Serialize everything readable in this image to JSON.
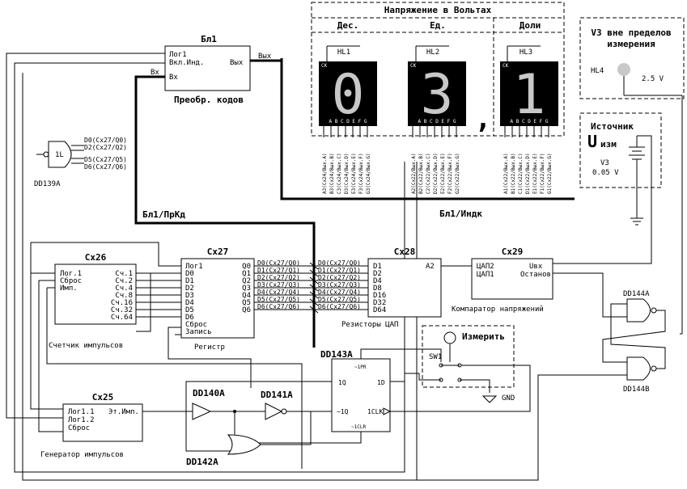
{
  "display": {
    "title": "Напряжение в Вольтах",
    "col_tens": "Дес.",
    "col_units": "Ед.",
    "col_frac": "Доли",
    "hl1": "HL1",
    "hl2": "HL2",
    "hl3": "HL3",
    "ck": "CK",
    "seg_letters": "A B C D E F G",
    "digit1": "0",
    "digit2": "3",
    "digit3": "1",
    "comma": ",",
    "pins_hl1": [
      "A3(Cx24/Вых.A)",
      "B3(Cx24/Вых.B)",
      "C3(Cx24/Вых.C)",
      "D3(Cx24/Вых.D)",
      "E3(Cx24/Вых.E)",
      "F3(Cx24/Вых.F)",
      "G3(Cx24/Вых.G)"
    ],
    "pins_hl2": [
      "A2(Cx22/Вых.A)",
      "B2(Cx22/Вых.B)",
      "C2(Cx22/Вых.C)",
      "D2(Cx22/Вых.D)",
      "E2(Cx22/Вых.E)",
      "F2(Cx22/Вых.F)",
      "G2(Cx22/Вых.G)"
    ],
    "pins_hl3": [
      "A1(Cx22/Вых.A)",
      "B1(Cx22/Вых.B)",
      "C1(Cx22/Вых.C)",
      "D1(Cx22/Вых.D)",
      "E1(Cx22/Вых.E)",
      "F1(Cx22/Вых.F)",
      "G1(Cx22/Вых.G)"
    ]
  },
  "overrange": {
    "title1": "V3 вне пределов",
    "title2": "измерения",
    "hl4": "HL4",
    "value": "2.5 V",
    "lamp_color": "#c8c8c8"
  },
  "source": {
    "title": "Источник",
    "u": "U",
    "u_sub": "изм",
    "v3": "V3",
    "value": "0.05 V"
  },
  "bl1": {
    "title": "Бл1",
    "in1": "Лог1",
    "in2": "Вкл.Инд.",
    "in3": "Вх",
    "out": "Вых",
    "caption": "Преобр. кодов",
    "ext_in": "Вх",
    "ext_out": "Вых"
  },
  "buses": {
    "prkd": "Бл1/ПрКд",
    "indk": "Бл1/Индк"
  },
  "dd139": {
    "label": "DD139A",
    "gate": "1L",
    "inputs": [
      "D0(Cx27/Q0)",
      "D2(Cx27/Q2)",
      "D5(Cx27/Q5)",
      "D6(Cx27/Q6)"
    ]
  },
  "cx26": {
    "title": "Cx26",
    "left": [
      "Лог.1",
      "Сброс",
      "Имп."
    ],
    "right": [
      "Сч.1",
      "Сч.2",
      "Сч.4",
      "Сч.8",
      "Сч.16",
      "Сч.32",
      "Сч.64"
    ],
    "caption": "Счетчик импульсов"
  },
  "cx27": {
    "title": "Cx27",
    "left": [
      "Лог1",
      "D0",
      "D1",
      "D2",
      "D3",
      "D4",
      "D5",
      "D6",
      "Сброс",
      "Запись"
    ],
    "right": [
      "Q0",
      "Q1",
      "Q2",
      "Q3",
      "Q4",
      "Q5",
      "Q6"
    ],
    "caption": "Регистр"
  },
  "wires_q": [
    "D0(Cx27/Q0)",
    "D1(Cx27/Q1)",
    "D2(Cx27/Q2)",
    "D3(Cx27/Q3)",
    "D4(Cx27/Q4)",
    "D5(Cx27/Q5)",
    "D6(Cx27/Q6)"
  ],
  "cx28": {
    "title": "Cx28",
    "left": [
      "D1",
      "D2",
      "D4",
      "D8",
      "D16",
      "D32",
      "D64"
    ],
    "right": "A2",
    "caption": "Резисторы ЦАП"
  },
  "cx29": {
    "title": "Cx29",
    "left": [
      "ЦАП2",
      "ЦАП1"
    ],
    "right": [
      "Uвх",
      "Останов"
    ],
    "caption": "Компаратор напряжений"
  },
  "cx25": {
    "title": "Cx25",
    "left": [
      "Лог1.1",
      "Лог1.2",
      "Сброс"
    ],
    "right": "Эт.Имп.",
    "caption": "Генератор импульсов"
  },
  "dd140": "DD140A",
  "dd141": "DD141A",
  "dd142": "DD142A",
  "dd143": {
    "label": "DD143A",
    "pins": [
      "~1PR",
      "1Q",
      "1D",
      "~1Q",
      "1CLK",
      "~1CLR"
    ]
  },
  "dd144a": "DD144A",
  "dd144b": "DD144B",
  "measure": {
    "title": "Измерить",
    "sw": "SW1",
    "gnd": "GND"
  }
}
